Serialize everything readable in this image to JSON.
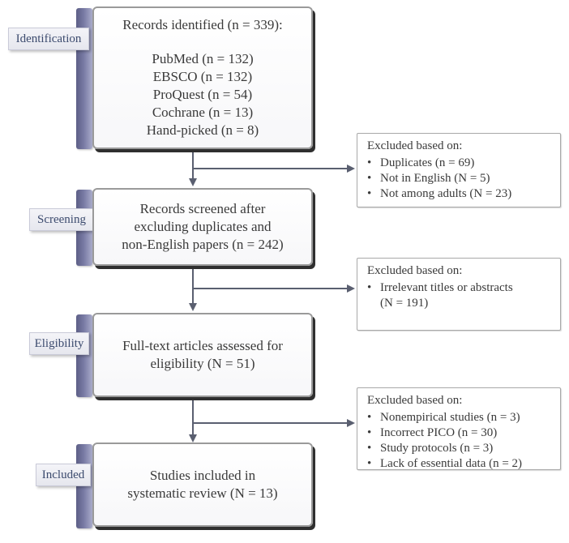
{
  "stages": [
    {
      "label": "Identification"
    },
    {
      "label": "Screening"
    },
    {
      "label": "Eligibility"
    },
    {
      "label": "Included"
    }
  ],
  "boxes": {
    "identification": {
      "title": "Records identified (n = 339):",
      "sources": [
        "PubMed (n = 132)",
        "EBSCO (n = 132)",
        "ProQuest (n = 54)",
        "Cochrane (n = 13)",
        "Hand-picked (n = 8)"
      ]
    },
    "screening": {
      "lines": [
        "Records screened after",
        "excluding duplicates and",
        "non-English papers (n = 242)"
      ]
    },
    "eligibility": {
      "lines": [
        "Full-text articles assessed for",
        "eligibility (N = 51)"
      ]
    },
    "included": {
      "lines": [
        "Studies included in",
        "systematic review (N = 13)"
      ]
    }
  },
  "exclusions": [
    {
      "heading": "Excluded based on:",
      "items": [
        "Duplicates (n = 69)",
        "Not in English (N = 5)",
        "Not among adults (N = 23)"
      ]
    },
    {
      "heading": "Excluded based on:",
      "items": [
        "Irrelevant titles or abstracts",
        "(N = 191)"
      ]
    },
    {
      "heading": "Excluded based on:",
      "items": [
        "Nonempirical studies (n = 3)",
        "Incorrect PICO (n = 30)",
        "Study protocols (n = 3)",
        "Lack of essential data (n = 2)"
      ]
    }
  ]
}
